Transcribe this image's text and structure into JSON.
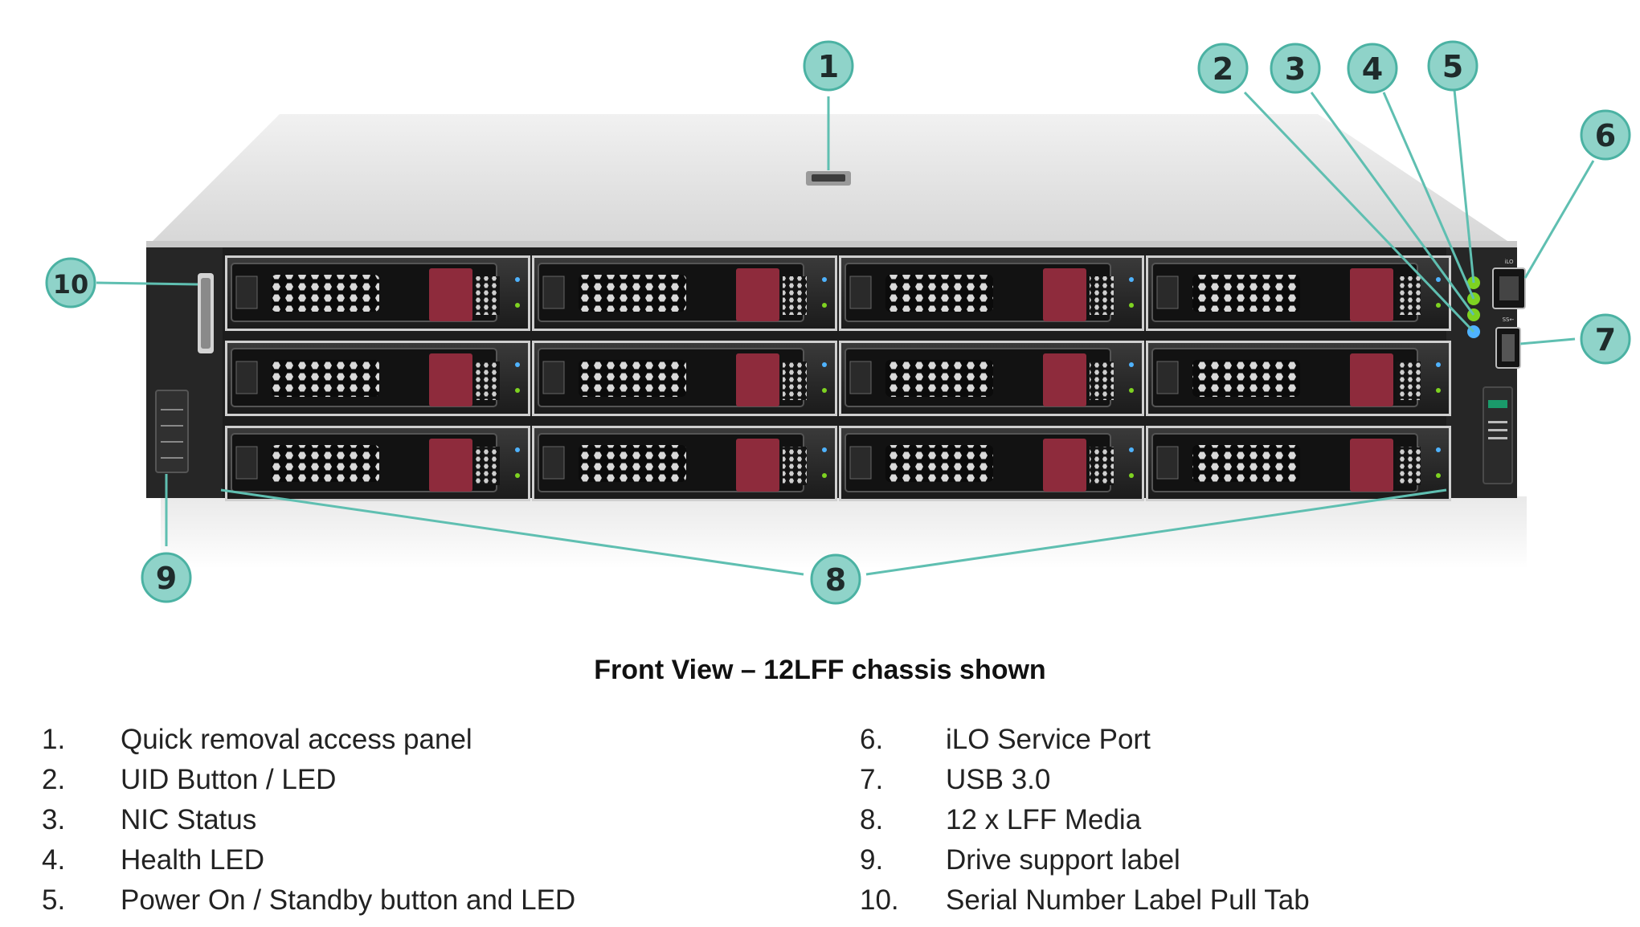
{
  "colors": {
    "callout_fill": "#8fd3c9",
    "callout_stroke": "#4bb2a3",
    "leader_line": "#5fbfb1",
    "drive_latch": "#8e2b3c",
    "chassis": "#1f1f1f",
    "lid": "#e6e6e6",
    "led_green": "#7ed321",
    "led_blue": "#4fb3ff"
  },
  "callouts": [
    "1",
    "2",
    "3",
    "4",
    "5",
    "6",
    "7",
    "8",
    "9",
    "10"
  ],
  "port_labels": {
    "ilo": "iLO",
    "usb": "SS←"
  },
  "caption": "Front View – 12LFF chassis shown",
  "legend": [
    {
      "num": "1.",
      "text": "Quick removal access panel"
    },
    {
      "num": "2.",
      "text": "UID Button / LED"
    },
    {
      "num": "3.",
      "text": "NIC Status"
    },
    {
      "num": "4.",
      "text": "Health LED"
    },
    {
      "num": "5.",
      "text": "Power On / Standby button and LED"
    },
    {
      "num": "6.",
      "text": "iLO Service Port"
    },
    {
      "num": "7.",
      "text": "USB 3.0"
    },
    {
      "num": "8.",
      "text": "12 x LFF Media"
    },
    {
      "num": "9.",
      "text": "Drive support label"
    },
    {
      "num": "10.",
      "text": "Serial Number Label Pull Tab"
    }
  ]
}
